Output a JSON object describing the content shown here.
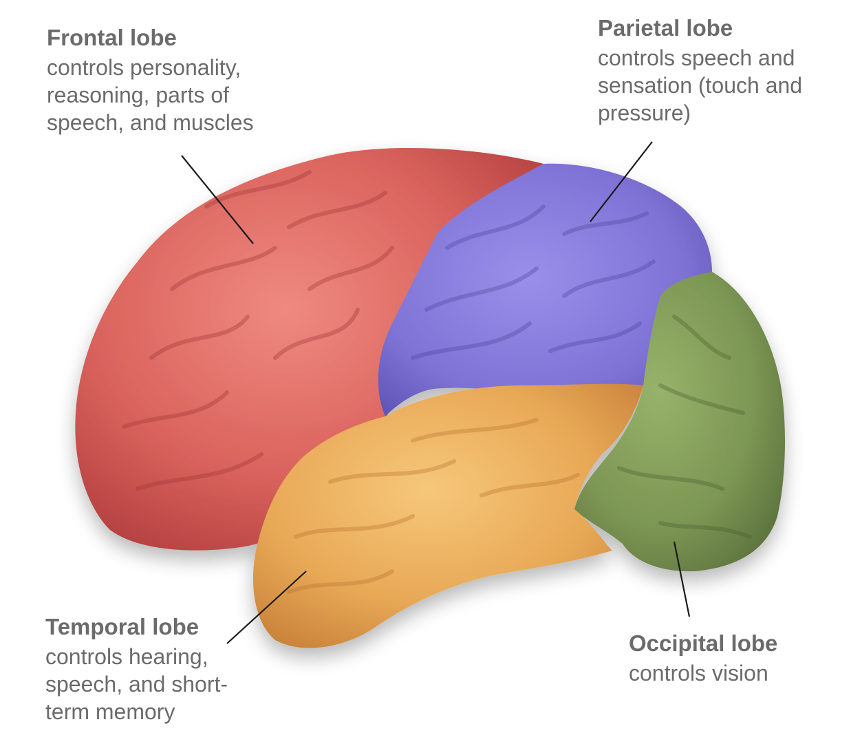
{
  "colors": {
    "frontal": "#d9625c",
    "parietal": "#7f73d6",
    "temporal": "#e8a957",
    "occipital": "#7c9654",
    "label_text": "#6b6b6b",
    "leader_line": "#1a1a1a"
  },
  "labels": {
    "frontal": {
      "title": "Frontal lobe",
      "lines": [
        "controls personality,",
        "reasoning, parts of",
        "speech, and muscles"
      ]
    },
    "parietal": {
      "title": "Parietal lobe",
      "lines": [
        "controls speech and",
        "sensation (touch and",
        "pressure)"
      ]
    },
    "temporal": {
      "title": "Temporal lobe",
      "lines": [
        "controls hearing,",
        "speech, and short-",
        "term memory"
      ]
    },
    "occipital": {
      "title": "Occipital lobe",
      "lines": [
        "controls vision"
      ]
    }
  }
}
